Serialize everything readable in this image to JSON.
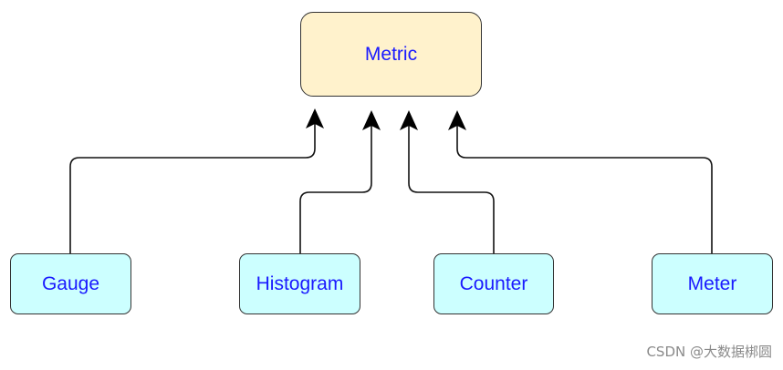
{
  "diagram": {
    "parent": {
      "label": "Metric",
      "fill": "#fff2cc",
      "text_color": "#1a1aff"
    },
    "children": [
      {
        "label": "Gauge",
        "fill": "#ccffff"
      },
      {
        "label": "Histogram",
        "fill": "#ccffff"
      },
      {
        "label": "Counter",
        "fill": "#ccffff"
      },
      {
        "label": "Meter",
        "fill": "#ccffff"
      }
    ],
    "edges": [
      {
        "from": "Gauge",
        "to": "Metric",
        "arrow": "to"
      },
      {
        "from": "Histogram",
        "to": "Metric",
        "arrow": "to"
      },
      {
        "from": "Counter",
        "to": "Metric",
        "arrow": "to"
      },
      {
        "from": "Meter",
        "to": "Metric",
        "arrow": "to"
      }
    ]
  },
  "watermark": {
    "text": "CSDN @大数据梆圆"
  }
}
